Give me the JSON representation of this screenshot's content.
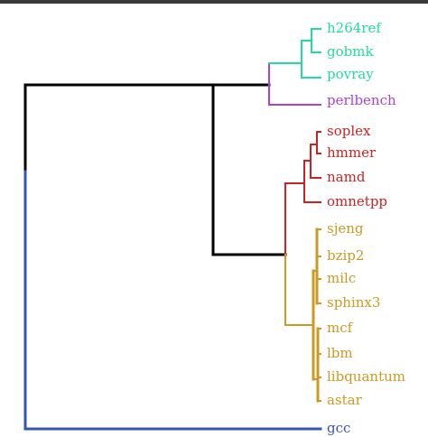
{
  "dendrogram": {
    "colors": {
      "root": "#000000",
      "cluster_outgroup": "#3355bb",
      "cluster_cyan": "#22dd99",
      "cluster_purple": "#aa44cc",
      "cluster_red": "#cc2222",
      "cluster_gold": "#cc9922"
    },
    "leaves": [
      {
        "label": "h264ref",
        "cluster": "cluster_cyan"
      },
      {
        "label": "gobmk",
        "cluster": "cluster_cyan"
      },
      {
        "label": "povray",
        "cluster": "cluster_cyan"
      },
      {
        "label": "perlbench",
        "cluster": "cluster_purple"
      },
      {
        "label": "soplex",
        "cluster": "cluster_red"
      },
      {
        "label": "hmmer",
        "cluster": "cluster_red"
      },
      {
        "label": "namd",
        "cluster": "cluster_red"
      },
      {
        "label": "omnetpp",
        "cluster": "cluster_red"
      },
      {
        "label": "sjeng",
        "cluster": "cluster_gold"
      },
      {
        "label": "bzip2",
        "cluster": "cluster_gold"
      },
      {
        "label": "milc",
        "cluster": "cluster_gold"
      },
      {
        "label": "sphinx3",
        "cluster": "cluster_gold"
      },
      {
        "label": "mcf",
        "cluster": "cluster_gold"
      },
      {
        "label": "lbm",
        "cluster": "cluster_gold"
      },
      {
        "label": "libquantum",
        "cluster": "cluster_gold"
      },
      {
        "label": "astar",
        "cluster": "cluster_gold"
      },
      {
        "label": "gcc",
        "cluster": "cluster_outgroup"
      }
    ]
  }
}
